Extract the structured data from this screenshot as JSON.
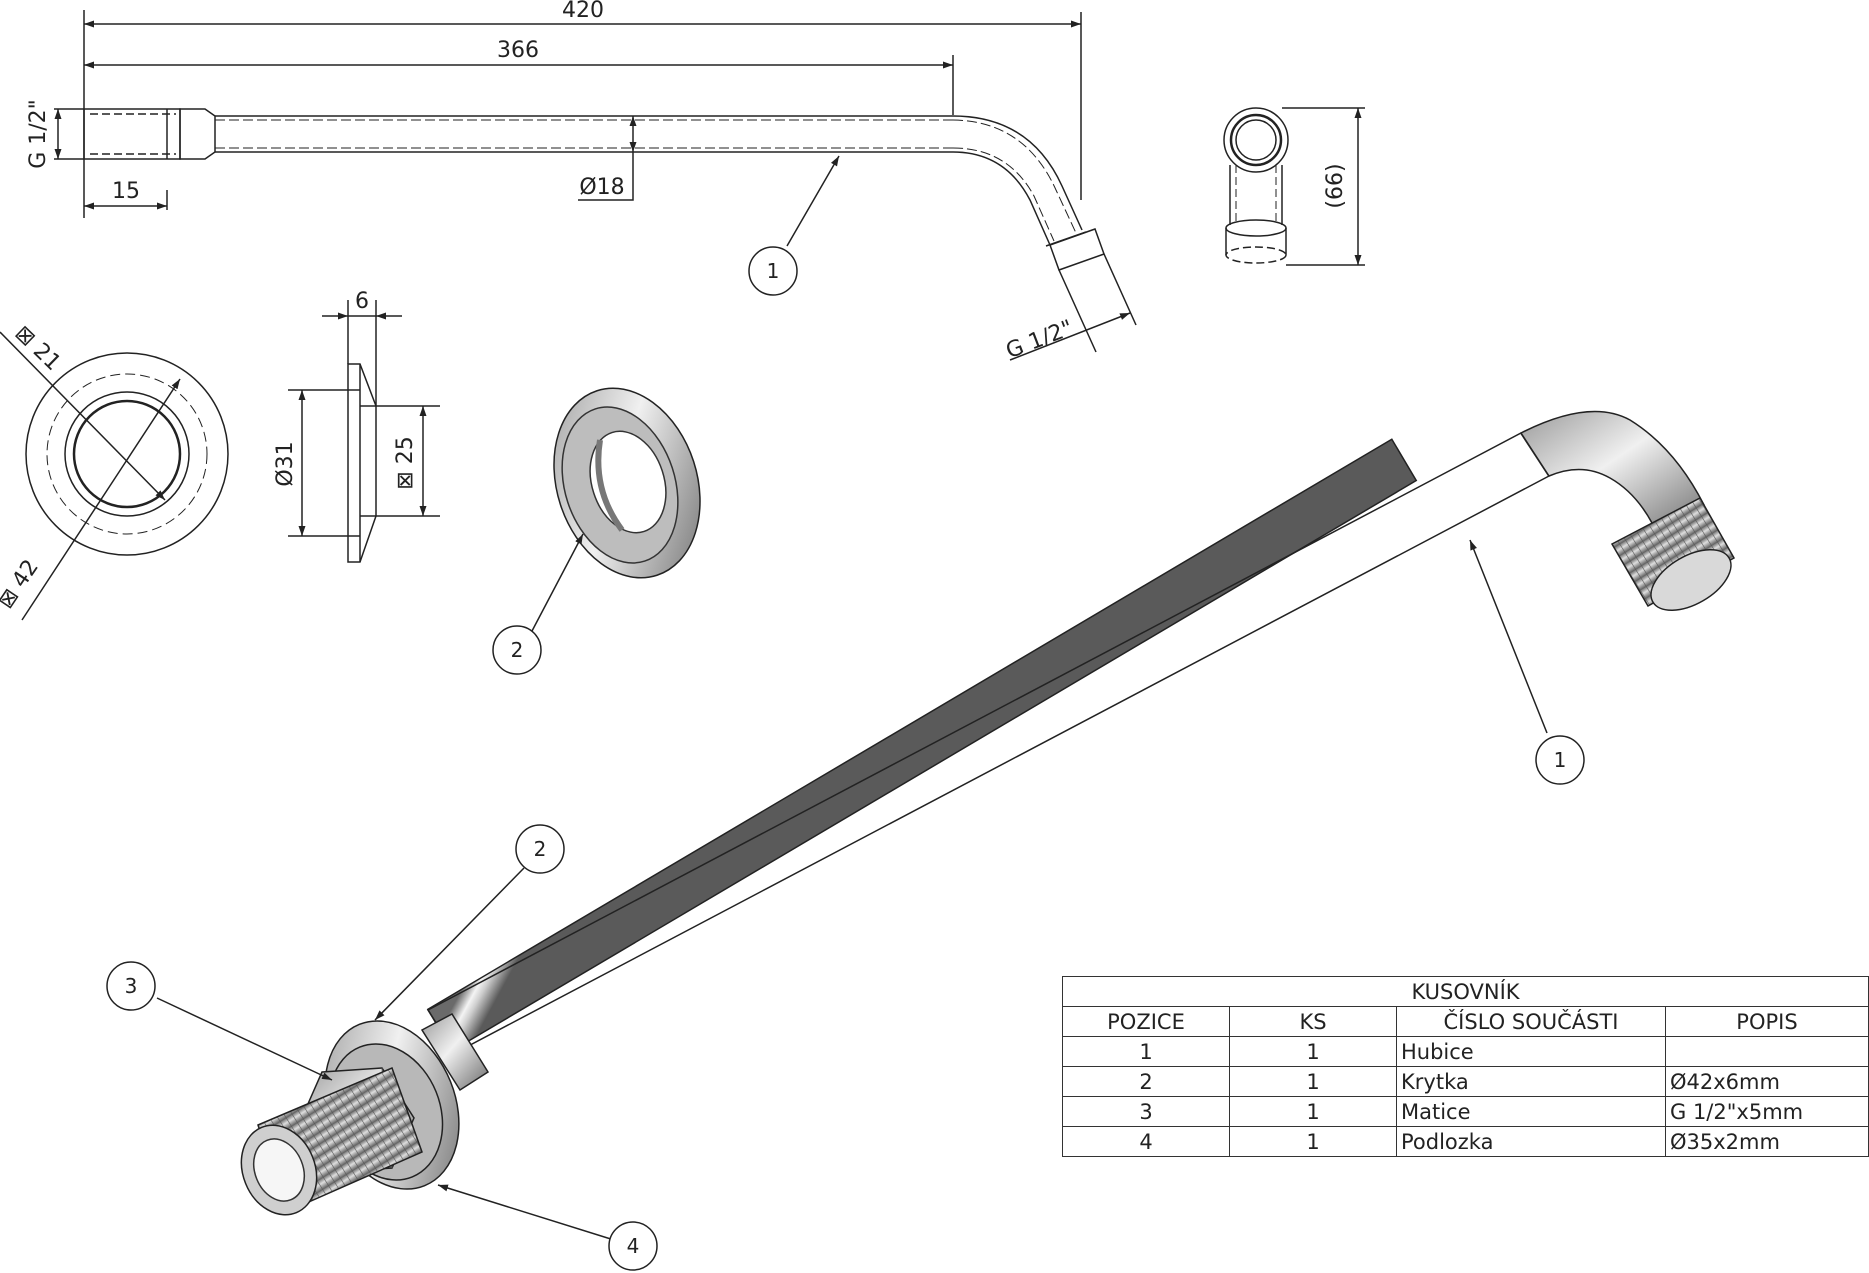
{
  "dimensions": {
    "overall_length": "420",
    "straight_length": "366",
    "thread_top_left": "G 1/2\"",
    "thread_length": "15",
    "pipe_diameter": "Ø18",
    "thread_outlet": "G 1/2\"",
    "outlet_height": "(66)",
    "cover_inner": "⊠ 21",
    "cover_outer": "⊠ 42",
    "cover_thickness": "6",
    "cover_d31": "Ø31",
    "cover_d25": "⊠ 25"
  },
  "balloons": {
    "b1_top": "1",
    "b2_cover": "2",
    "b1_iso": "1",
    "b2_iso": "2",
    "b3_iso": "3",
    "b4_iso": "4"
  },
  "bom": {
    "title": "KUSOVNÍK",
    "headers": [
      "POZICE",
      "KS",
      "ČÍSLO SOUČÁSTI",
      "POPIS"
    ],
    "rows": [
      {
        "pos": "1",
        "ks": "1",
        "part": "Hubice",
        "desc": ""
      },
      {
        "pos": "2",
        "ks": "1",
        "part": "Krytka",
        "desc": "Ø42x6mm"
      },
      {
        "pos": "3",
        "ks": "1",
        "part": "Matice",
        "desc": "G 1/2\"x5mm"
      },
      {
        "pos": "4",
        "ks": "1",
        "part": "Podlozka",
        "desc": "Ø35x2mm"
      }
    ]
  },
  "colors": {
    "line": "#222222",
    "metal_dark": "#555555",
    "metal_light": "#f2f2f2"
  }
}
